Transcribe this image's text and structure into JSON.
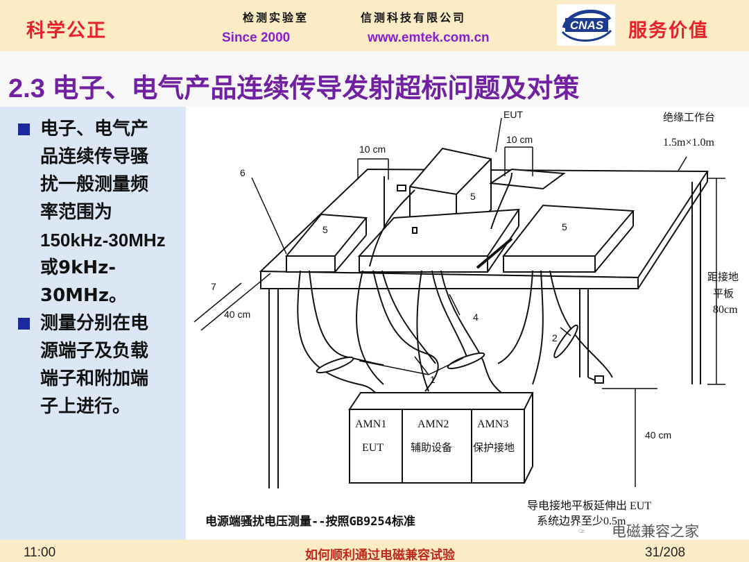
{
  "header": {
    "left_slogan": "科学公正",
    "lab_name": "检测实验室",
    "company_name": "信测科技有限公司",
    "since": "Since 2000",
    "url": "www.emtek.com.cn",
    "logo_text": "CNAS",
    "right_slogan": "服务价值"
  },
  "title": "2.3 电子、电气产品连续传导发射超标问题及对策",
  "bullets": [
    {
      "lines": [
        "电子、电气产",
        "品连续传导骚",
        "扰一般测量频",
        "率范围为",
        "150kHz-30MHz",
        "或9kHz-30MHz。"
      ]
    },
    {
      "lines": [
        "测量分别在电",
        "源端子及负载",
        "端子和附加端",
        "子上进行。"
      ]
    }
  ],
  "diagram": {
    "eut_label": "EUT",
    "dist_a": "10 cm",
    "dist_b": "10 cm",
    "dist_c": "40 cm",
    "dist_d": "40 cm",
    "table_label": "绝缘工作台",
    "table_size": "1.5m×1.0m",
    "ground_dist_1": "距接地",
    "ground_dist_2": "平板",
    "ground_dist_3": "80cm",
    "n1": "1",
    "n2": "2",
    "n4": "4",
    "n5a": "5",
    "n5b": "5",
    "n5c": "5",
    "n6": "6",
    "n7": "7",
    "amn1_a": "AMN1",
    "amn1_b": "EUT",
    "amn2_a": "AMN2",
    "amn2_b": "辅助设备",
    "amn3_a": "AMN3",
    "amn3_b": "保护接地",
    "note_1": "导电接地平板延伸出 EUT",
    "note_2": "系统边界至少0.5m",
    "caption": "电源端骚扰电压测量--按照GB9254标准"
  },
  "footer": {
    "time": "11:00",
    "center": "如何顺利通过电磁兼容试验",
    "page": "31/208"
  },
  "watermark": "电磁兼容之家",
  "colors": {
    "header_bg": "#fbecc6",
    "slogan": "#e8202a",
    "title": "#7020a0",
    "link": "#8a1fd0",
    "panel_bg": "#dce7f5",
    "bullet_mark": "#1a2a9a"
  }
}
